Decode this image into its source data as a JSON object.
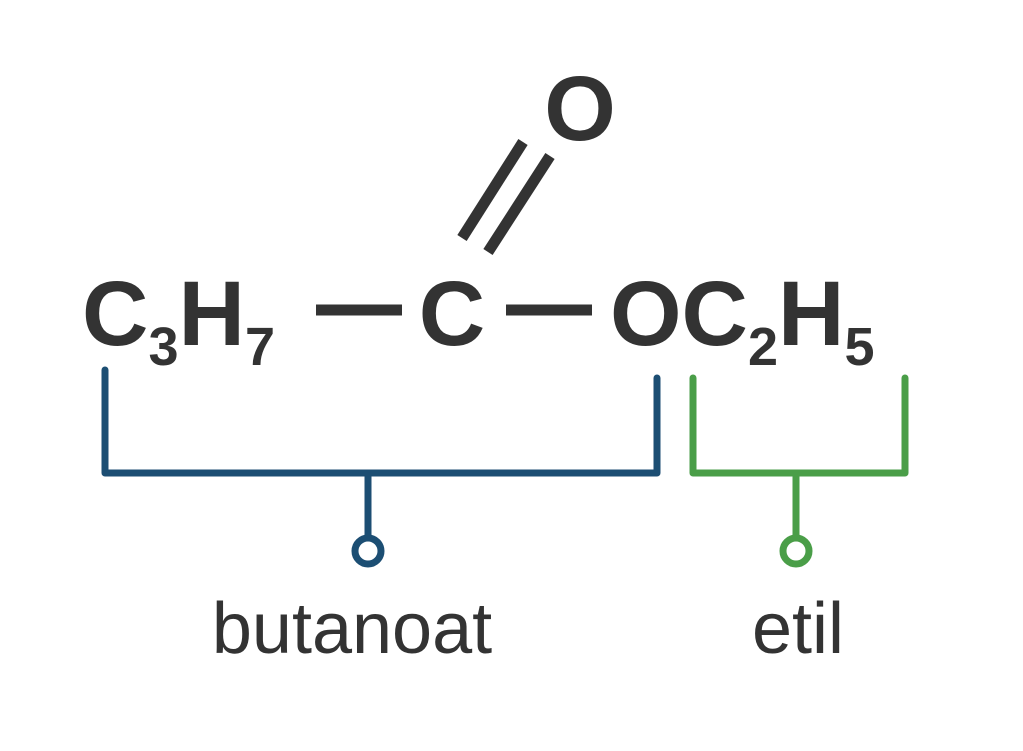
{
  "molecule": {
    "left_group": {
      "main1": "C",
      "sub1": "3",
      "main2": "H",
      "sub2": "7"
    },
    "carbonyl_carbon": "C",
    "carbonyl_oxygen": "O",
    "right_group": {
      "main1": "OC",
      "sub1": "2",
      "main2": "H",
      "sub2": "5"
    }
  },
  "brackets": [
    {
      "label": "butanoat",
      "color": "#1c4e73"
    },
    {
      "label": "etil",
      "color": "#4a9e48"
    }
  ],
  "colors": {
    "text": "#333333",
    "butanoat": "#1c4e73",
    "etil": "#4a9e48"
  }
}
